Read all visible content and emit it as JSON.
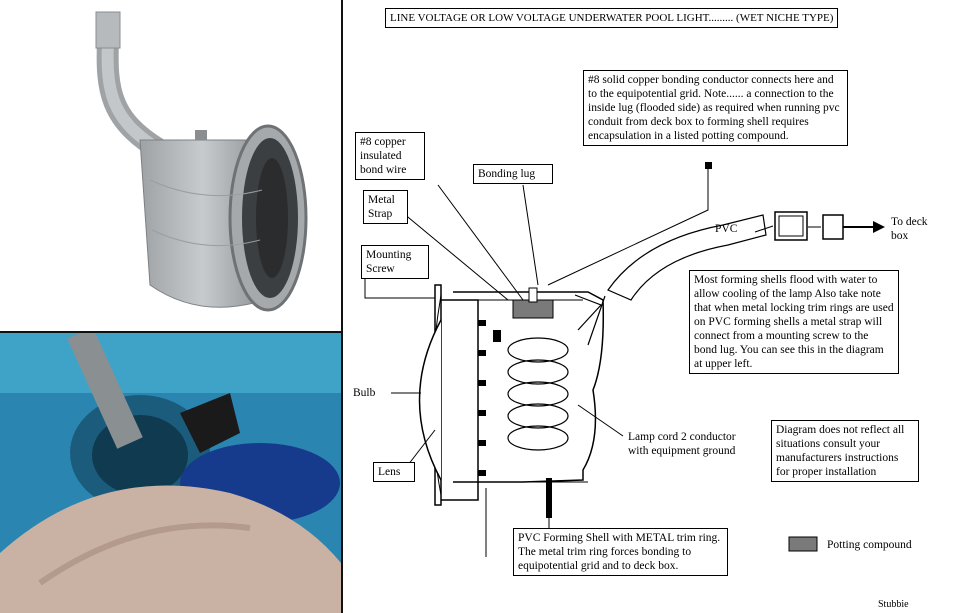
{
  "title": "LINE VOLTAGE OR LOW VOLTAGE UNDERWATER POOL LIGHT......... (WET NICHE TYPE)",
  "callouts": {
    "bonding_conductor": "#8 solid copper bonding conductor connects here and to the equipotential grid. Note...... a connection to the inside lug (flooded side) as required when running pvc conduit from deck box to forming shell requires encapsulation in a listed potting compound.",
    "bond_wire": "#8 copper insulated bond wire",
    "bonding_lug": "Bonding lug",
    "metal_strap": "Metal Strap",
    "mounting_screw": "Mounting Screw",
    "pvc": "PVC",
    "to_deck_box": "To deck box",
    "bulb": "Bulb",
    "lens": "Lens",
    "lamp_cord": "Lamp cord 2 conductor with equipment ground",
    "flooding_note": "Most forming shells flood with water to allow cooling of the lamp Also take note that when metal locking trim rings are used on PVC forming shells a metal strap will connect from a mounting screw to the bond lug. You can see this in the diagram at upper left.",
    "disclaimer": "Diagram does not reflect all situations consult your manufacturers instructions for proper installation",
    "forming_shell": "PVC Forming Shell with METAL trim ring. The metal trim ring forces bonding to equipotential grid and to deck box.",
    "legend_potting": "Potting compound",
    "signature": "Stubbie"
  },
  "colors": {
    "potting": "#7a7a7a",
    "shell_gray": "#b9bcbe",
    "water_blue": "#2e8fb8",
    "skin": "#c9b2a4"
  }
}
